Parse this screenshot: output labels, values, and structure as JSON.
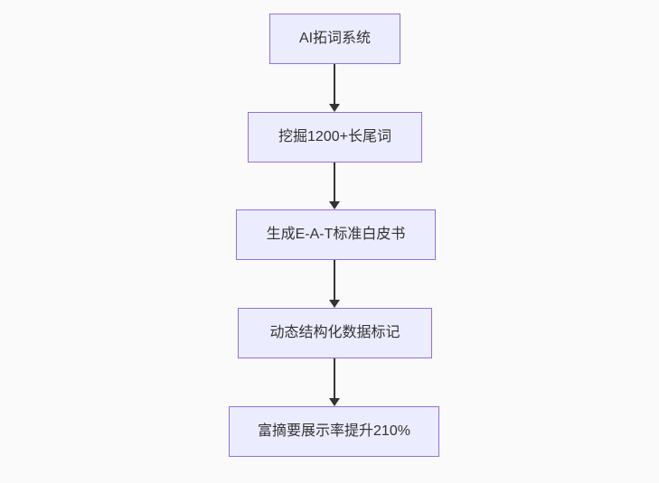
{
  "flowchart": {
    "direction": "top-down",
    "nodes": [
      {
        "id": "node-1",
        "label": "AI拓词系统"
      },
      {
        "id": "node-2",
        "label": "挖掘1200+长尾词"
      },
      {
        "id": "node-3",
        "label": "生成E-A-T标准白皮书"
      },
      {
        "id": "node-4",
        "label": "动态结构化数据标记"
      },
      {
        "id": "node-5",
        "label": "富摘要展示率提升210%"
      }
    ],
    "edges": [
      {
        "from": "node-1",
        "to": "node-2",
        "style": "arrow-down"
      },
      {
        "from": "node-2",
        "to": "node-3",
        "style": "arrow-down"
      },
      {
        "from": "node-3",
        "to": "node-4",
        "style": "arrow-down"
      },
      {
        "from": "node-4",
        "to": "node-5",
        "style": "arrow-down"
      }
    ],
    "colors": {
      "node_fill": "#ececff",
      "node_border": "#9370db",
      "node_text": "#333333",
      "arrow": "#333333",
      "background": "#fafafa"
    }
  }
}
